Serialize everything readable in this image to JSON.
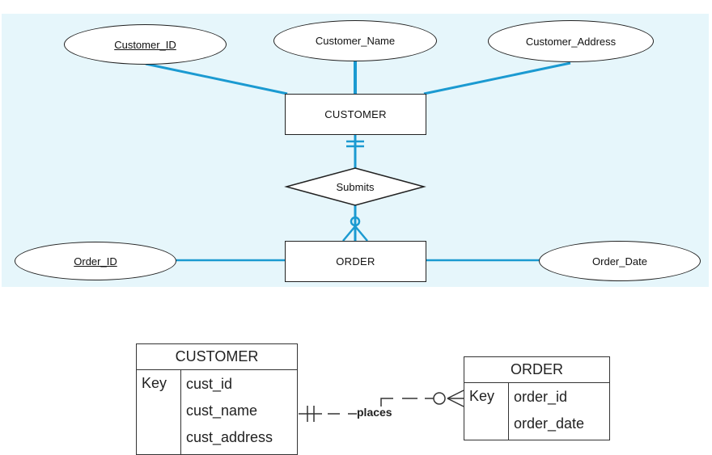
{
  "chen": {
    "attributes": {
      "customer_id": "Customer_ID",
      "customer_name": "Customer_Name",
      "customer_address": "Customer_Address",
      "order_id": "Order_ID",
      "order_date": "Order_Date"
    },
    "entities": {
      "customer": "CUSTOMER",
      "order": "ORDER"
    },
    "relationship": "Submits",
    "colors": {
      "panel": "#e6f6fb",
      "connector": "#1b9ad1"
    }
  },
  "crowsfoot": {
    "customer_table": {
      "title": "CUSTOMER",
      "key_label": "Key",
      "fields": [
        "cust_id",
        "cust_name",
        "cust_address"
      ]
    },
    "order_table": {
      "title": "ORDER",
      "key_label": "Key",
      "fields": [
        "order_id",
        "order_date"
      ]
    },
    "relationship": "places"
  }
}
